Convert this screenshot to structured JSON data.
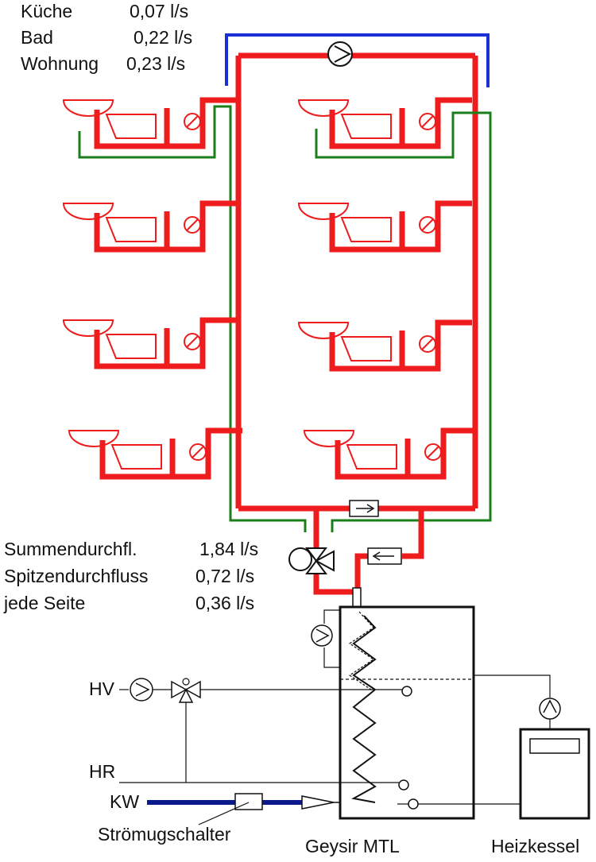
{
  "flow_table_top": [
    {
      "name": "Küche",
      "value": "0,07 l/s"
    },
    {
      "name": "Bad",
      "value": "0,22 l/s"
    },
    {
      "name": "Wohnung",
      "value": "0,23 l/s"
    }
  ],
  "flow_table_mid": [
    {
      "name": "Summendurchfl.",
      "value": "1,84 l/s"
    },
    {
      "name": "Spitzendurchfluss",
      "value": "0,72 l/s"
    },
    {
      "name": "jede Seite",
      "value": "0,36 l/s"
    }
  ],
  "labels": {
    "hv": "HV",
    "hr": "HR",
    "kw": "KW",
    "flow_switch": "Strömugschalter",
    "storage": "Geysir MTL",
    "boiler": "Heizkessel"
  },
  "colors": {
    "hot_supply": "#ee1c1c",
    "circulation": "#1a7f1a",
    "return_top": "#1a2fd6",
    "cold_water": "#0a1a8c",
    "lines": "#111111"
  }
}
